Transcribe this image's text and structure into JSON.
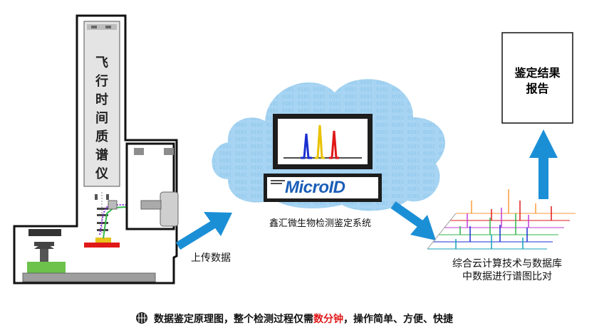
{
  "instrument": {
    "title": "飞行时间质谱仪",
    "chars": [
      "飞",
      "行",
      "时",
      "间",
      "质",
      "谱",
      "仪"
    ]
  },
  "upload": {
    "label": "上传数据"
  },
  "software": {
    "logo": "MicroID",
    "label": "鑫汇微生物检测鉴定系统"
  },
  "cloud_db": {
    "line1": "综合云计算技术与数据库",
    "line2": "中数据进行谱图比对"
  },
  "report": {
    "line1": "鉴定结果",
    "line2": "报告"
  },
  "caption": {
    "icon": "brain-bullet-icon",
    "prefix": "数据鉴定原理图，整个检测过程仅需",
    "highlight": "数分钟",
    "suffix": "，操作简单、方便、快捷"
  },
  "colors": {
    "arrow": "#1b8fd6",
    "cloud": "#a6d4f2",
    "highlight": "#e0191a",
    "peak_blue": "#1a2fd0",
    "peak_yellow": "#e9c200",
    "peak_red": "#e01818"
  }
}
